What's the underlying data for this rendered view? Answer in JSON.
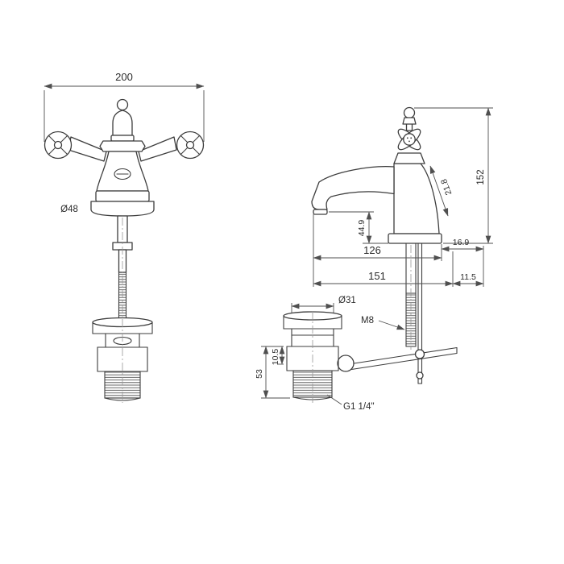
{
  "colors": {
    "background": "#ffffff",
    "outline": "#3d3d3d",
    "dimension": "#4f4f4f"
  },
  "dims": {
    "front": {
      "width": "200",
      "base_diameter": "Ø48"
    },
    "side": {
      "height": "152",
      "spout_angle": "21.8",
      "spout_height": "44.9",
      "base_to_rod": "16.9",
      "spout_reach": "126",
      "total_reach": "151",
      "rod_offset": "11.5",
      "waste_diameter": "Ø31",
      "rod_thread": "M8",
      "waste_height": "53",
      "waste_top": "10.5",
      "outlet_thread": "G1 1/4\""
    }
  }
}
